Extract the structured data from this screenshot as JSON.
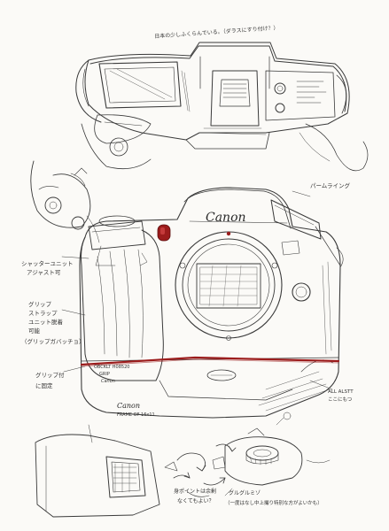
{
  "brand": {
    "logo_main": "Canon",
    "logo_grip": "Canon"
  },
  "notes": {
    "top": "日本の少しふくらんでいる。（ダラスにすり付け？）",
    "right_upper": "パームライング",
    "left_upper_1": "シャッターユニット",
    "left_upper_2": "アジャスト可",
    "left_mid_1": "グリップ",
    "left_mid_2": "ストラップ",
    "left_mid_3": "ユニット脱着",
    "left_mid_4": "可能",
    "left_mid_5": "（グリップガバッチョ）",
    "left_low_1": "グリップ付",
    "left_low_2": "に固定",
    "grip_label_1": "OBCKLT H08520",
    "grip_label_2": "GRIP",
    "grip_label_3": "Canon",
    "grip_bottom": "FRAME OF 16x11",
    "right_low_1": "ALL ALSTT",
    "right_low_2": "ここにもつ",
    "bottom_mid_1": "身ポイントは余剰",
    "bottom_mid_2": "なくてもよい？",
    "bottom_right_1": "グルグルミゾ",
    "bottom_right_2": "（一度はなし中上撮り特別な方がよいかも）"
  },
  "colors": {
    "ink": "#3a3a3a",
    "accent_red": "#9c1c1c",
    "paper": "#fbfaf7"
  }
}
